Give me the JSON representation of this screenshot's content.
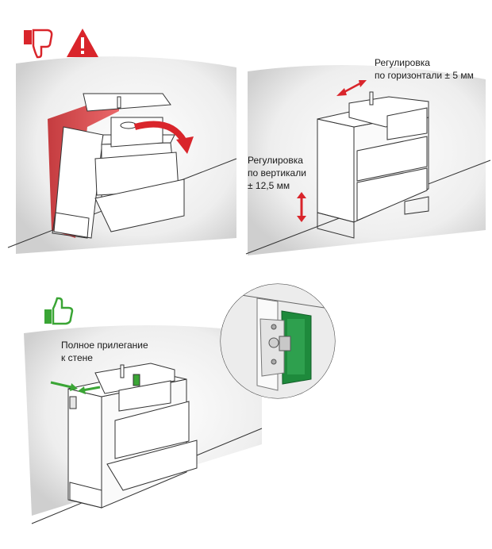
{
  "colors": {
    "warning_red": "#d9252b",
    "approve_green": "#3aa535",
    "wall_gray": "#c8c8c8",
    "outline": "#333333",
    "bracket_green": "#1e8a3c"
  },
  "icons": {
    "bad": "thumbs-down-icon",
    "warning": "warning-triangle-icon",
    "good": "thumbs-up-icon",
    "arrow_h": "double-arrow-horizontal-icon",
    "arrow_v": "double-arrow-vertical-icon"
  },
  "labels": {
    "horizontal": {
      "line1": "Регулировка",
      "line2": "по горизонтали ± 5 мм"
    },
    "vertical": {
      "line1": "Регулировка",
      "line2": "по вертикали",
      "line3": "± 12,5 мм"
    },
    "flush": {
      "line1": "Полное прилегание",
      "line2": "к стене"
    }
  }
}
